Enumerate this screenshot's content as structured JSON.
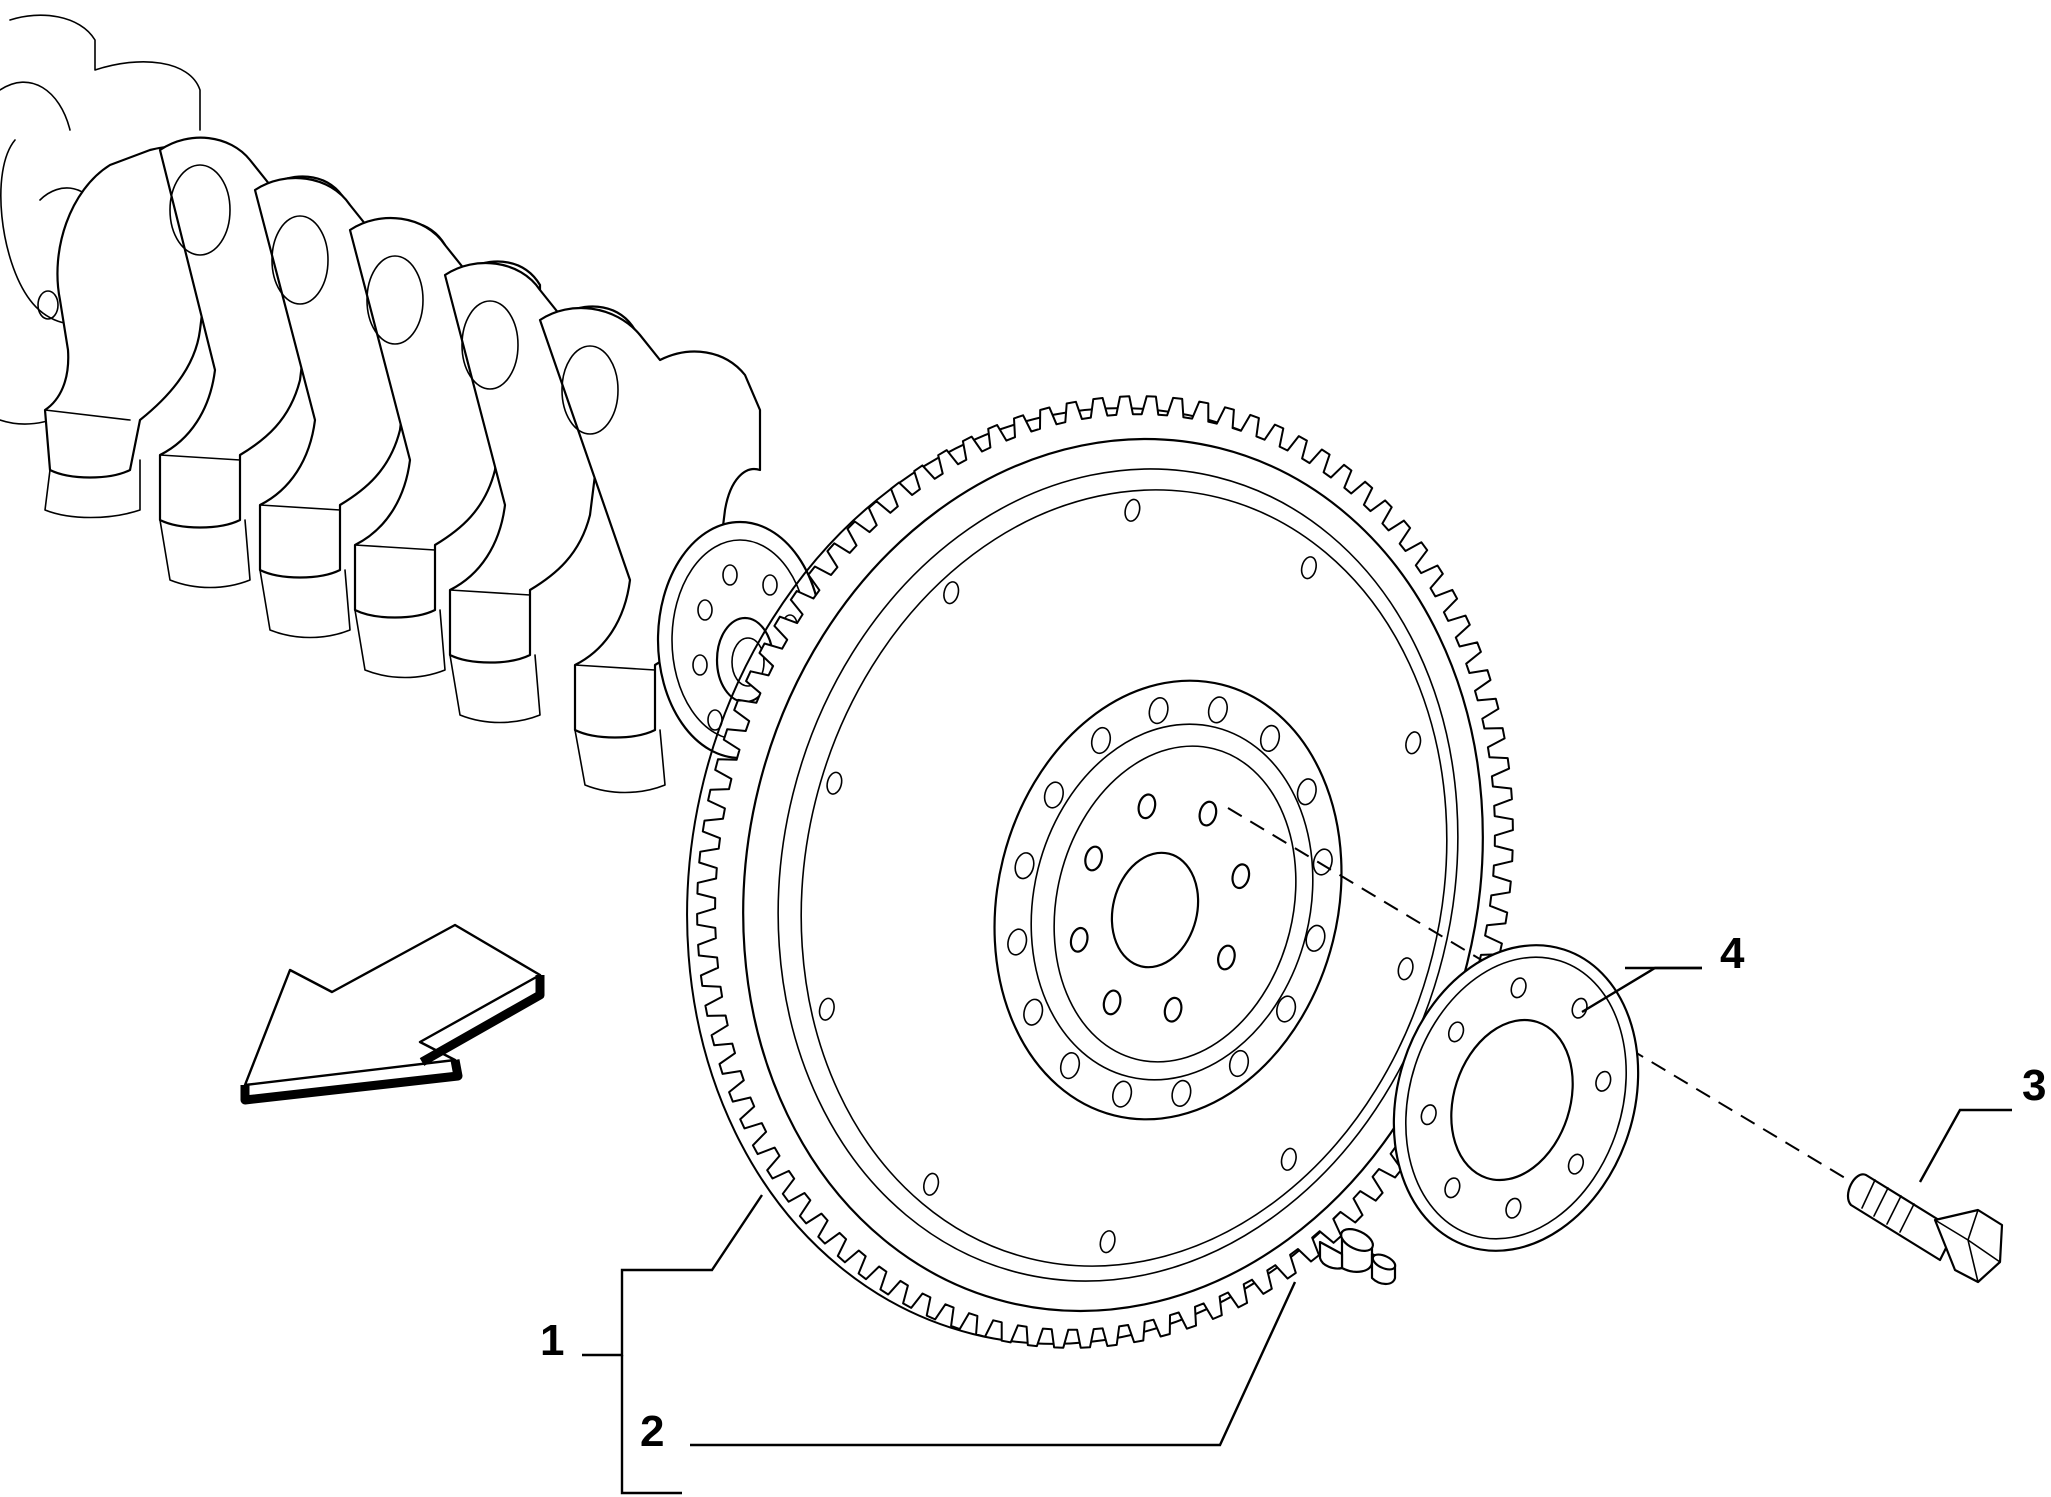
{
  "callouts": [
    {
      "id": "1",
      "label": "1",
      "part": "flywheel-assembly"
    },
    {
      "id": "2",
      "label": "2",
      "part": "dowel-pin"
    },
    {
      "id": "3",
      "label": "3",
      "part": "flywheel-bolt"
    },
    {
      "id": "4",
      "label": "4",
      "part": "bolt-washer-plate"
    }
  ],
  "icons": {
    "direction_arrow": "front-direction-arrow-icon"
  },
  "colors": {
    "line": "#000000",
    "background": "#ffffff"
  }
}
